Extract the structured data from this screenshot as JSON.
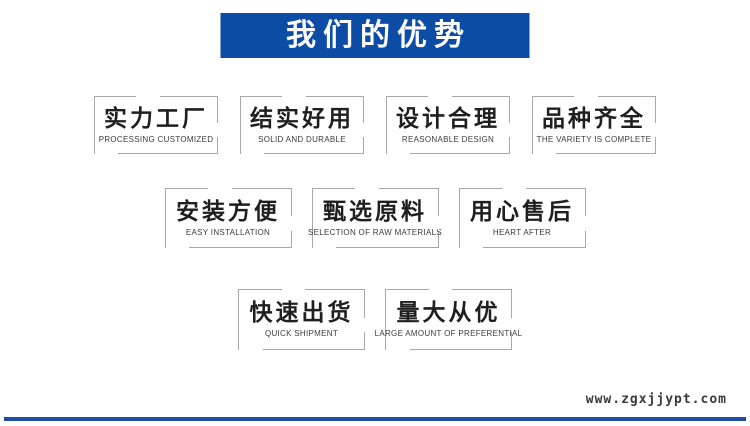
{
  "banner": {
    "title": "我们的优势",
    "bg_color": "#0c4ca4",
    "text_color": "#ffffff"
  },
  "advantages": {
    "border_color": "#a8a8a8",
    "rows": [
      {
        "items": [
          {
            "title": "实力工厂",
            "subtitle": "PROCESSING CUSTOMIZED"
          },
          {
            "title": "结实好用",
            "subtitle": "SOLID AND DURABLE"
          },
          {
            "title": "设计合理",
            "subtitle": "REASONABLE DESIGN"
          },
          {
            "title": "品种齐全",
            "subtitle": "THE VARIETY IS COMPLETE"
          }
        ]
      },
      {
        "items": [
          {
            "title": "安装方便",
            "subtitle": "EASY INSTALLATION"
          },
          {
            "title": "甄选原料",
            "subtitle": "SELECTION OF RAW MATERIALS"
          },
          {
            "title": "用心售后",
            "subtitle": "HEART AFTER"
          }
        ]
      },
      {
        "items": [
          {
            "title": "快速出货",
            "subtitle": "QUICK SHIPMENT"
          },
          {
            "title": "量大从优",
            "subtitle": "LARGE AMOUNT OF PREFERENTIAL"
          }
        ]
      }
    ]
  },
  "footer": {
    "website": "www.zgxjjypt.com",
    "bar_color": "#1d4f9e"
  }
}
